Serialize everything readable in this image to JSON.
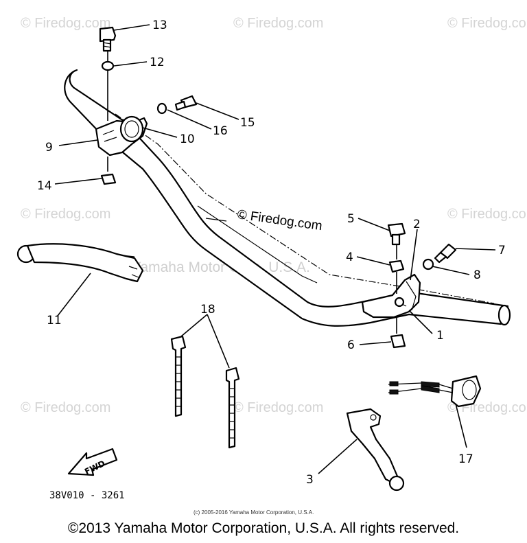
{
  "watermark": {
    "short": "© Firedog.com",
    "center": "© Firedog.com",
    "ghost": "Yamaha Motor Corp. U.S.A."
  },
  "callouts": [
    "13",
    "12",
    "15",
    "16",
    "10",
    "9",
    "14",
    "5",
    "2",
    "4",
    "7",
    "8",
    "11",
    "18",
    "1",
    "6",
    "17",
    "3"
  ],
  "part_code": "38V010 - 3261",
  "fwd_label": "FWD",
  "fine_print": "(c) 2005-2016 Yamaha Motor Corporation, U.S.A.",
  "copyright": "©2013 Yamaha Motor Corporation, U.S.A. All rights reserved."
}
